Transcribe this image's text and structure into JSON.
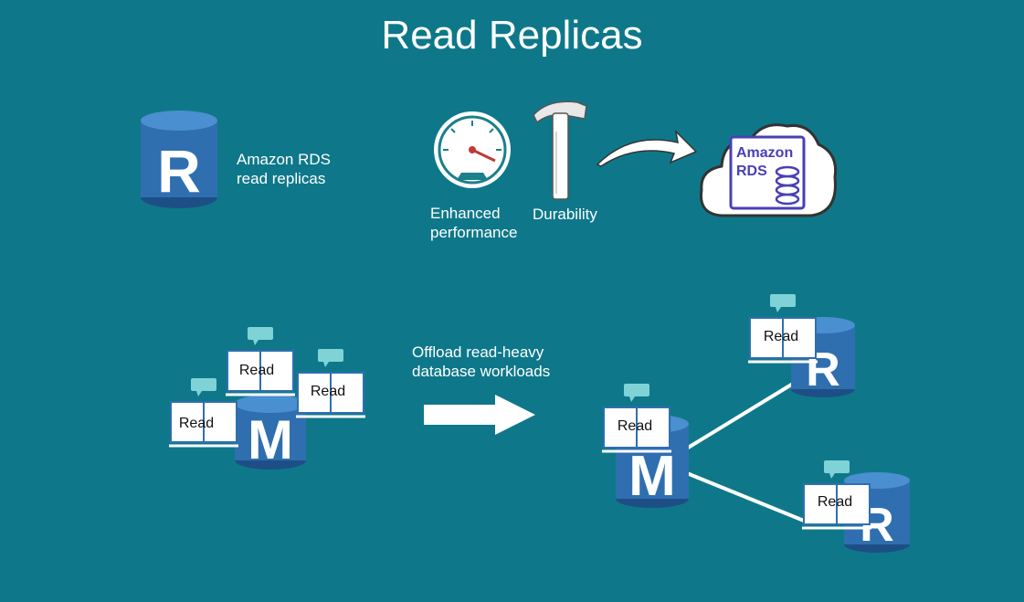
{
  "title": "Read Replicas",
  "legend": {
    "rds_icon_letter": "R",
    "label_line1": "Amazon RDS",
    "label_line2": "read replicas"
  },
  "benefits": {
    "performance_line1": "Enhanced",
    "performance_line2": "performance",
    "durability": "Durability",
    "cloud_line1": "Amazon",
    "cloud_line2": "RDS"
  },
  "offload": {
    "line1": "Offload read-heavy",
    "line2": "database workloads"
  },
  "read_label": "Read",
  "master_letter": "M",
  "replica_letter": "R",
  "colors": {
    "background": "#0e788a",
    "db_blue": "#2f6fb0",
    "db_top": "#4a8fd0",
    "speech": "#7fd3d6",
    "cloud_text": "#4a3fb5"
  }
}
